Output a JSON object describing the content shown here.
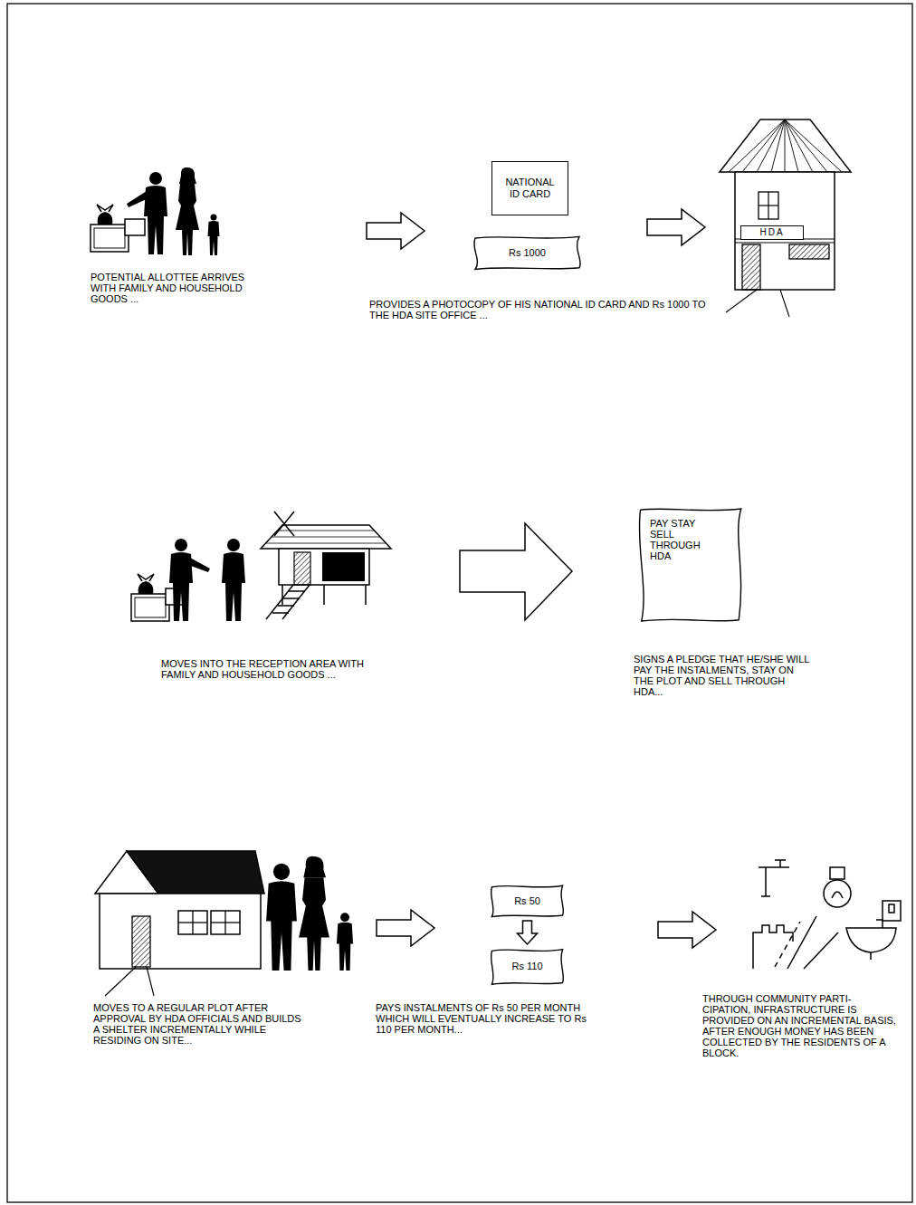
{
  "diagram": {
    "nodes": [
      {
        "text": [
          "NATIONAL ID CARD"
        ]
      },
      {
        "text": [
          "Rs 1000"
        ]
      },
      {
        "text": [
          "HDA"
        ]
      },
      {
        "text": [
          "PAY STAY SELL THROUGH HDA"
        ]
      },
      {
        "text": [
          "Rs 50"
        ]
      },
      {
        "text": [
          "Rs 110"
        ]
      }
    ],
    "edges": [
      {
        "from": 4,
        "to": 5,
        "arrow": "to"
      }
    ],
    "labels": [
      "POTENTIAL ALLOTTEE ARRIVES WITH FAMILY AND HOUSEHOLD GOODS ...",
      "PROVIDES A PHOTOCOPY OF HIS NATIONAL ID CARD AND Rs 1000 TO THE HDA SITE OFFICE ...",
      "MOVES INTO THE RECEPTION AREA WITH FAMILY AND HOUSEHOLD GOODS ...",
      "SIGNS A PLEDGE THAT HE/SHE WILL PAY THE INSTALMENTS, STAY ON THE PLOT AND SELL THROUGH HDA...",
      "MOVES TO A REGULAR PLOT AFTER APPROVAL BY HDA OFFICIALS AND BUILDS A SHELTER INCREMENTALLY WHILE RESIDING ON SITE...",
      "PAYS INSTALMENTS OF Rs 50 PER MONTH WHICH WILL EVENTUALLY INCREASE TO Rs 110 PER MONTH...",
      "THROUGH COMMUNITY PARTI- CIPATION, INFRASTRUCTURE IS PROVIDED ON AN INCREMENTAL BASIS, AFTER ENOUGH MONEY HAS BEEN COLLECTED BY THE RESIDENTS OF A BLOCK."
    ]
  }
}
